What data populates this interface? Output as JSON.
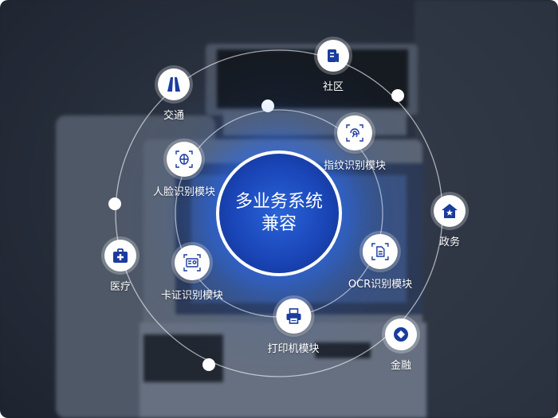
{
  "center": {
    "line1": "多业务系统",
    "line2": "兼容"
  },
  "outer_services": [
    {
      "id": "shequ",
      "label": "社区",
      "icon": "document-icon"
    },
    {
      "id": "jiaotong",
      "label": "交通",
      "icon": "road-icon"
    },
    {
      "id": "zhengwu",
      "label": "政务",
      "icon": "government-house-icon"
    },
    {
      "id": "yiliao",
      "label": "医疗",
      "icon": "medical-kit-icon"
    },
    {
      "id": "jinrong",
      "label": "金融",
      "icon": "finance-coin-icon"
    }
  ],
  "inner_modules": [
    {
      "id": "fingerprint",
      "label": "指纹识别模块",
      "icon": "fingerprint-icon"
    },
    {
      "id": "face",
      "label": "人脸识别模块",
      "icon": "face-scan-icon"
    },
    {
      "id": "ocr",
      "label": "OCR识别模块",
      "icon": "ocr-document-icon"
    },
    {
      "id": "card",
      "label": "卡证识别模块",
      "icon": "id-card-icon"
    },
    {
      "id": "printer",
      "label": "打印机模块",
      "icon": "printer-icon"
    }
  ],
  "colors": {
    "accent": "#1a3fb0",
    "icon": "#1a3c9e",
    "glow": "#2f6cff"
  }
}
